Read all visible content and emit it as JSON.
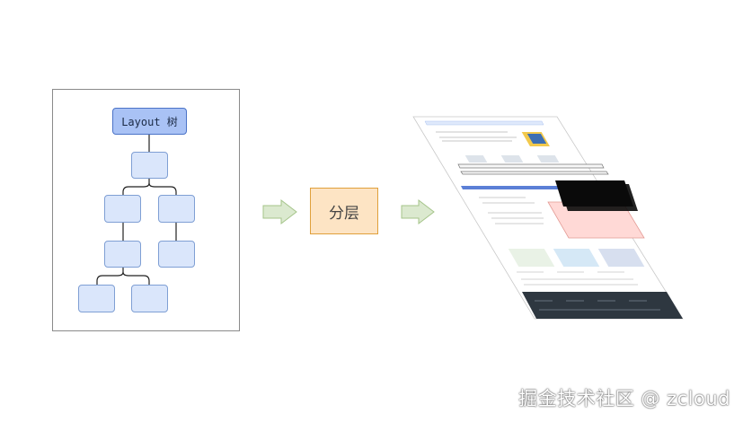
{
  "tree": {
    "root_label": "Layout 树"
  },
  "process": {
    "label": "分层"
  },
  "watermark": "掘金技术社区 @ zcloud"
}
